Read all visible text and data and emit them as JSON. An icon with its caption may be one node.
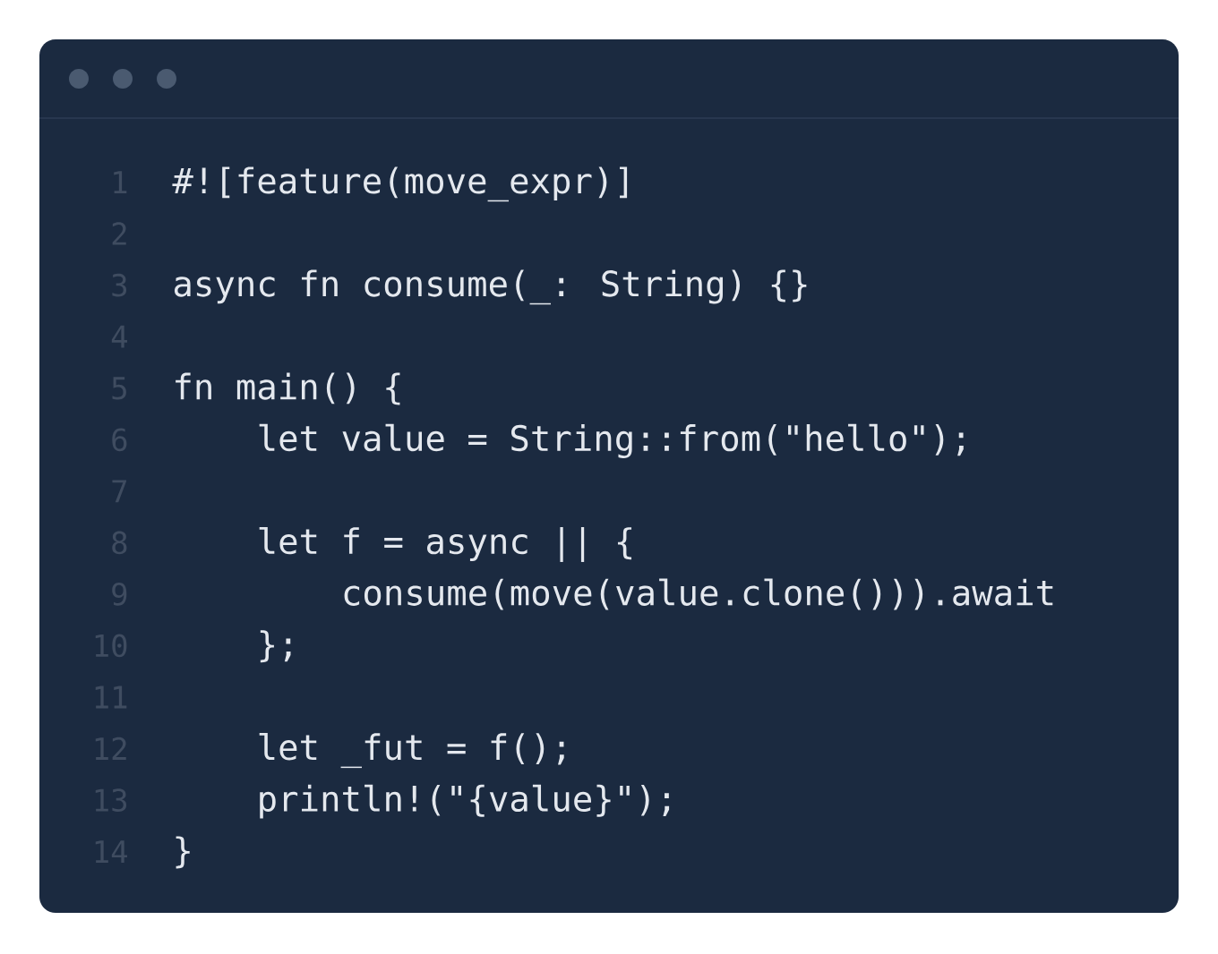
{
  "diagram": {
    "labels": [
      "1",
      "#![feature(move_expr)]",
      "2",
      "3",
      "async fn consume(_: String) {}",
      "4",
      "5",
      "fn main() {",
      "6",
      "let value = String::from(\"hello\");",
      "7",
      "8",
      "let f = async || {",
      "9",
      "consume(move(value.clone())).await",
      "10",
      "};",
      "11",
      "12",
      "let _fut = f();",
      "13",
      "println!(\"{value}\");",
      "14",
      "}"
    ]
  }
}
